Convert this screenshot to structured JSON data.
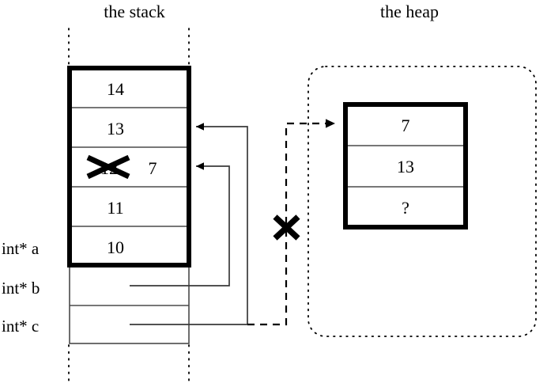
{
  "diagram": {
    "title_stack": "the stack",
    "title_heap": "the heap",
    "stack": {
      "frame_cells": [
        {
          "value": "14"
        },
        {
          "value": "13"
        },
        {
          "value": "12",
          "struck": true,
          "new_value": "7"
        },
        {
          "value": "11"
        },
        {
          "value": "10"
        }
      ],
      "pointer_rows": [
        {
          "label": "int* b"
        },
        {
          "label": "int* c"
        }
      ],
      "labels": [
        "int* a",
        "int* b",
        "int* c"
      ]
    },
    "heap": {
      "cells": [
        {
          "value": "7"
        },
        {
          "value": "13"
        },
        {
          "value": "?"
        }
      ]
    },
    "annotations": {
      "struck_out_value": "12",
      "replacement_value": "7",
      "invalidated_pointer": "int* c",
      "cross_mark": "x-mark"
    },
    "colors": {
      "ink": "#000000",
      "thin_line": "#4a4a4a",
      "pointer": "#3a3a3a",
      "background": "#ffffff"
    }
  }
}
